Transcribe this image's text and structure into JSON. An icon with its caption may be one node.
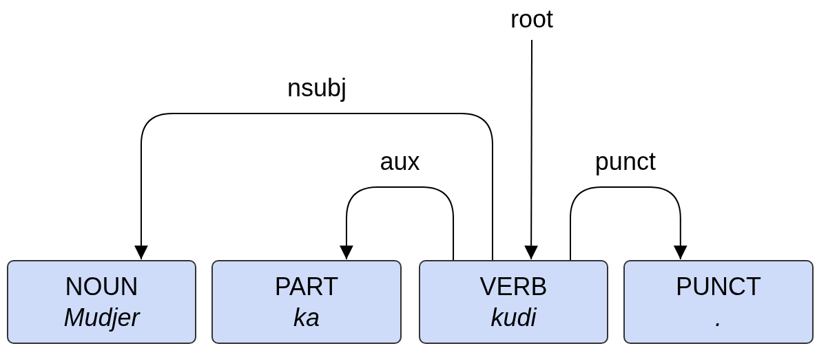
{
  "diagram": {
    "nodes": [
      {
        "text": [
          "NOUN",
          "Mudjer"
        ]
      },
      {
        "text": [
          "PART",
          "ka"
        ]
      },
      {
        "text": [
          "VERB",
          "kudi"
        ]
      },
      {
        "text": [
          "PUNCT",
          "."
        ]
      },
      {
        "text": [
          "root"
        ]
      }
    ],
    "edges": [
      {
        "from": 2,
        "to": 0,
        "arrow": "to",
        "label": "nsubj"
      },
      {
        "from": 2,
        "to": 1,
        "arrow": "to",
        "label": "aux"
      },
      {
        "from": 4,
        "to": 2,
        "arrow": "to"
      },
      {
        "from": 2,
        "to": 3,
        "arrow": "to",
        "label": "punct"
      }
    ]
  }
}
